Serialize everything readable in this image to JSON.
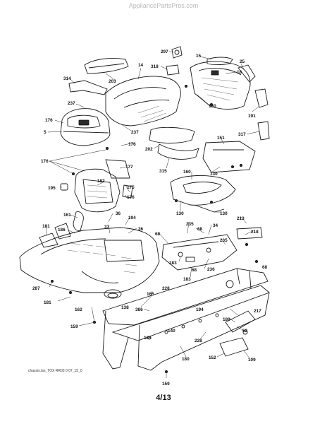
{
  "watermark": "AppliancePartsPros.com",
  "footer": {
    "drawing_ref": "chassis.tss_TOX RR03 0 07_15_0",
    "page": "4/13"
  },
  "callouts": {
    "c297": "297",
    "c15": "15",
    "c25": "25",
    "c318": "318",
    "c14": "14",
    "c18": "18",
    "c314": "314",
    "c203": "203",
    "c237a": "237",
    "c176a": "176",
    "c5": "5",
    "c130a": "130",
    "c191": "191",
    "c237b": "237",
    "c176b": "176",
    "c317": "317",
    "c151": "151",
    "c202": "202",
    "c176c": "176",
    "c177": "177",
    "c130b": "130",
    "c315": "315",
    "c160": "160",
    "c195": "195",
    "c182": "182",
    "c175": "175",
    "c176d": "176",
    "c130c": "130",
    "c161": "161",
    "c36a": "36",
    "c194a": "194",
    "c130d": "130",
    "c213": "213",
    "c181a": "181",
    "c186": "186",
    "c37": "37",
    "c36b": "36",
    "c68a": "68",
    "c235a": "235",
    "c68b": "68",
    "c34": "34",
    "c218": "218",
    "c235b": "235",
    "c68c": "68",
    "c287": "287",
    "c183a": "183",
    "c68d": "68",
    "c236": "236",
    "c183b": "183",
    "c181b": "181",
    "c162": "162",
    "c138": "138",
    "c165": "165",
    "c228": "228",
    "c386": "386",
    "c194b": "194",
    "c217": "217",
    "c52": "52",
    "c189": "189",
    "c159a": "159",
    "c140": "140",
    "c125": "125",
    "c228b": "228",
    "c180": "180",
    "c152": "152",
    "c109": "109",
    "c159b": "159"
  }
}
